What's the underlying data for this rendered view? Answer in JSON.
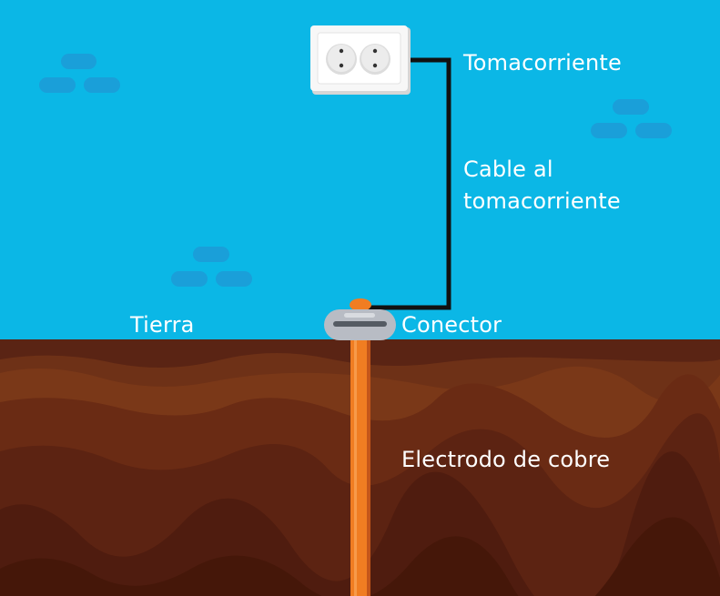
{
  "labels": {
    "outlet": "Tomacorriente",
    "cable_line1": "Cable al",
    "cable_line2": "tomacorriente",
    "ground": "Tierra",
    "connector": "Conector",
    "electrode": "Electrodo de cobre"
  },
  "icons": {
    "outlet": "outlet-icon",
    "connector": "connector-icon",
    "electrode": "copper-rod-icon",
    "clouds": "cloud-icon"
  },
  "colors": {
    "sky": "#0bb7e6",
    "cloud": "#1a9fd9",
    "soil_top": "#5a2414",
    "soil_layer1": "#7a3818",
    "soil_layer2": "#6a2b14",
    "soil_layer3": "#5c2312",
    "soil_deep": "#4a1a0e",
    "copper": "#f07d22",
    "copper_dark": "#c4561a",
    "connector": "#b8bcc4",
    "cable": "#111111",
    "label_text": "#ffffff"
  }
}
